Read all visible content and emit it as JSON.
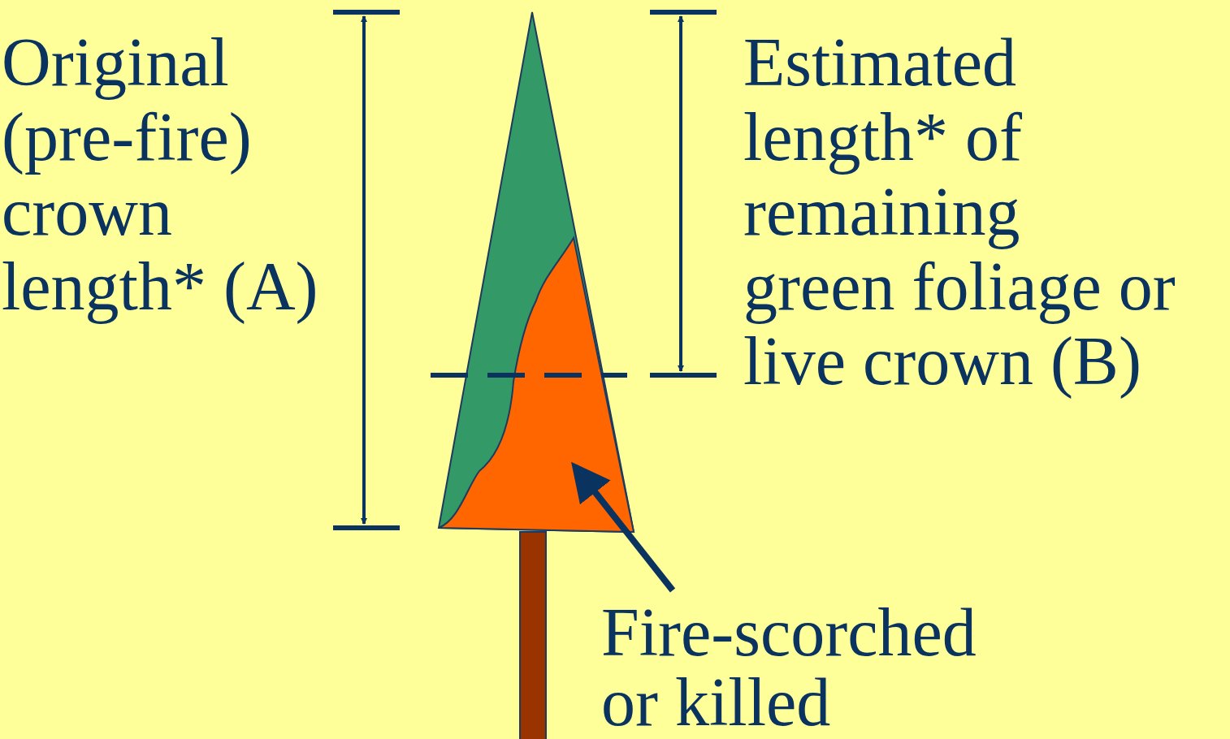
{
  "diagram": {
    "labels": [
      "Original (pre-fire) crown length* (A)",
      "Estimated length* of remaining green foliage or live crown (B)",
      "Fire-scorched or killed"
    ]
  }
}
